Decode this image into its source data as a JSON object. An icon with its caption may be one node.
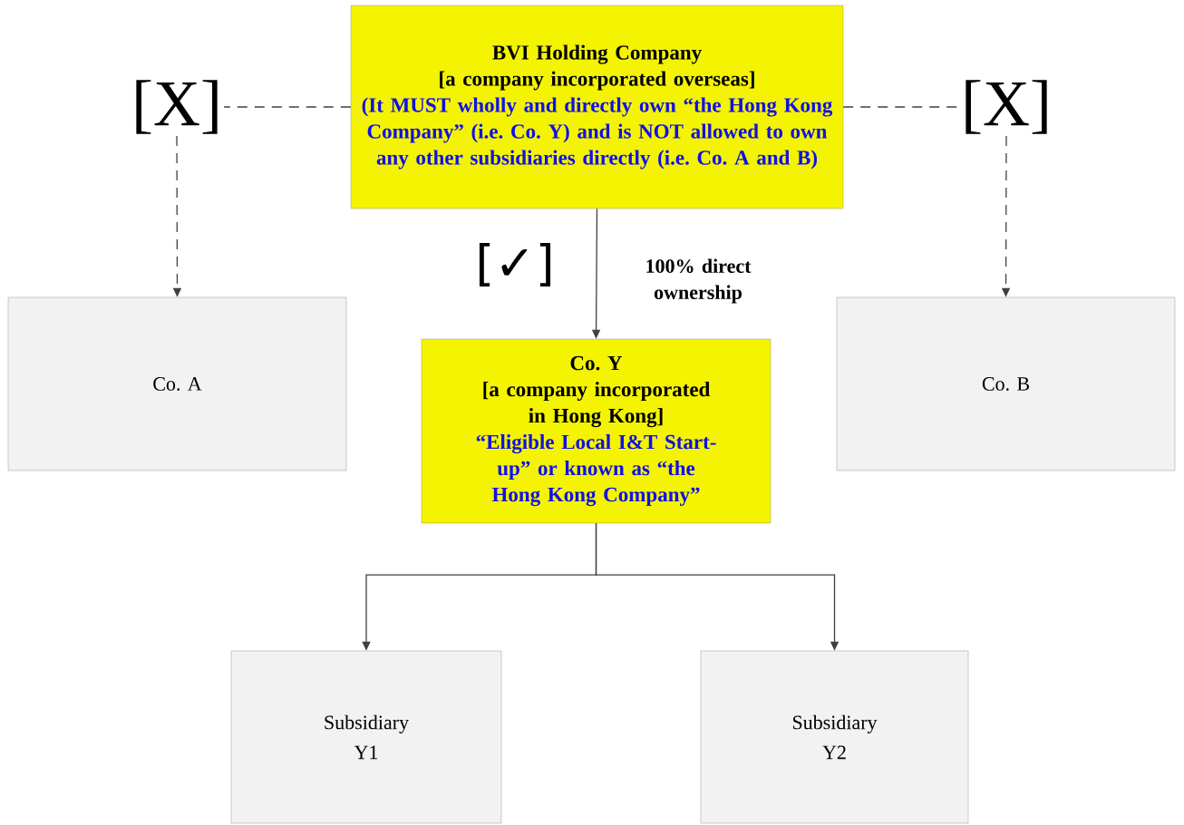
{
  "diagram": {
    "nodes": [
      {
        "text": [
          "BVI Holding Company",
          "[a company incorporated overseas]",
          "(It MUST wholly and directly own “the Hong Kong Company” (i.e. Co. Y) and is NOT allowed to own any other subsidiaries directly (i.e. Co. A and B)"
        ]
      },
      {
        "text": [
          "[X]"
        ]
      },
      {
        "text": [
          "[X]"
        ]
      },
      {
        "text": [
          "Co. A"
        ]
      },
      {
        "text": [
          "Co. Y",
          "[a company incorporated in Hong Kong]",
          "“Eligible Local I&T Start-up” or known as “the Hong Kong Company”"
        ]
      },
      {
        "text": [
          "Co. B"
        ]
      },
      {
        "text": [
          "Subsidiary Y1"
        ]
      },
      {
        "text": [
          "Subsidiary Y2"
        ]
      }
    ],
    "edges": [
      {
        "from": 0,
        "to": 1,
        "arrow": "none",
        "style": "dashed"
      },
      {
        "from": 0,
        "to": 2,
        "arrow": "none",
        "style": "dashed"
      },
      {
        "from": 1,
        "to": 3,
        "arrow": "to",
        "style": "dashed"
      },
      {
        "from": 2,
        "to": 5,
        "arrow": "to",
        "style": "dashed"
      },
      {
        "from": 0,
        "to": 4,
        "arrow": "to",
        "label": "100% direct ownership"
      },
      {
        "from": 4,
        "to": 6,
        "arrow": "to"
      },
      {
        "from": 4,
        "to": 7,
        "arrow": "to"
      }
    ],
    "labels": [
      "[✓]"
    ]
  }
}
